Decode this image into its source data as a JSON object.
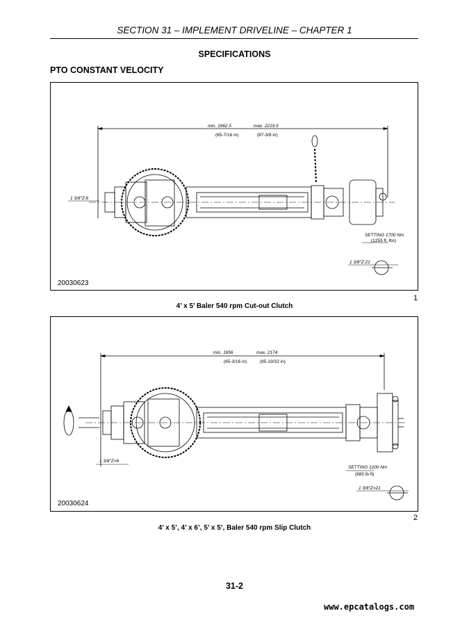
{
  "header": {
    "title": "SECTION 31 – IMPLEMENT DRIVELINE – CHAPTER 1"
  },
  "specifications_title": "SPECIFICATIONS",
  "section_title": "PTO CONSTANT VELOCITY",
  "figures": [
    {
      "code": "20030623",
      "dim_min": "min. 1662.5",
      "dim_max": "max. 2219.5",
      "dim_min_in": "(65-7/16 in)",
      "dim_max_in": "(87-3/8 in)",
      "left_spline": "1 3/8\"Z:6",
      "right_spline": "1 3/8\"Z:21",
      "setting": "SETTING 1700 Nm",
      "setting_imperial": "(1253 ft. lbs)",
      "index": "1",
      "caption": "4’ x 5’ Baler 540 rpm Cut-out Clutch"
    },
    {
      "code": "20030624",
      "dim_min": "min. 1656",
      "dim_max": "max. 2174",
      "dim_min_in": "(65-3/16 in)",
      "dim_max_in": "(85-19/32 in)",
      "left_spline": "1 3/8\"Z=6",
      "right_spline": "1 3/8\"Z=21",
      "setting": "SETTING 1200 Nm",
      "setting_imperial": "(885 lb ft)",
      "index": "2",
      "caption": "4’ x 5’, 4’ x 6’, 5’ x 5’, Baler 540 rpm Slip Clutch"
    }
  ],
  "page_number": "31-2",
  "watermark": "www.epcatalogs.com"
}
